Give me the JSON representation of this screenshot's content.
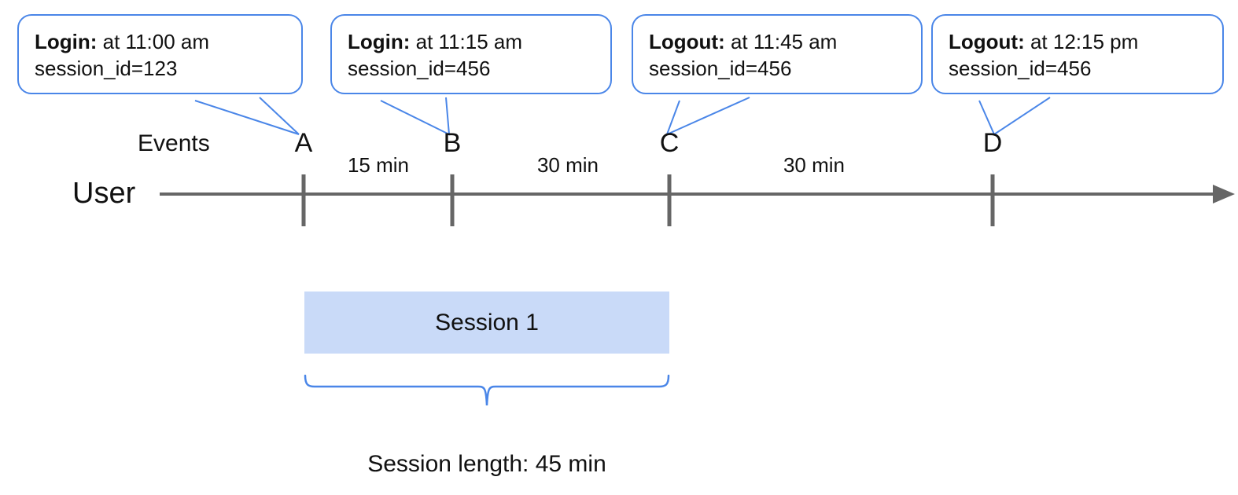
{
  "diagram": {
    "lanes": {
      "events_label": "Events",
      "user_label": "User"
    },
    "events": [
      {
        "key": "A",
        "marker": "A",
        "kind": "Login:",
        "time_text": " at 11:00 am",
        "session_line": "session_id=123"
      },
      {
        "key": "B",
        "marker": "B",
        "kind": "Login:",
        "time_text": " at 11:15 am",
        "session_line": "session_id=456"
      },
      {
        "key": "C",
        "marker": "C",
        "kind": "Logout:",
        "time_text": " at 11:45 am",
        "session_line": "session_id=456"
      },
      {
        "key": "D",
        "marker": "D",
        "kind": "Logout:",
        "time_text": " at 12:15 pm",
        "session_line": "session_id=456"
      }
    ],
    "gaps": [
      {
        "from": "A",
        "to": "B",
        "label": "15 min"
      },
      {
        "from": "B",
        "to": "C",
        "label": "30 min"
      },
      {
        "from": "C",
        "to": "D",
        "label": "30 min"
      }
    ],
    "session": {
      "bar_label": "Session 1",
      "brace_caption": "Session length: 45 min"
    },
    "colors": {
      "callout_border": "#4a86e8",
      "brace": "#4a86e8",
      "session_fill": "#c9daf8",
      "axis": "#666666",
      "text": "#111111"
    }
  }
}
